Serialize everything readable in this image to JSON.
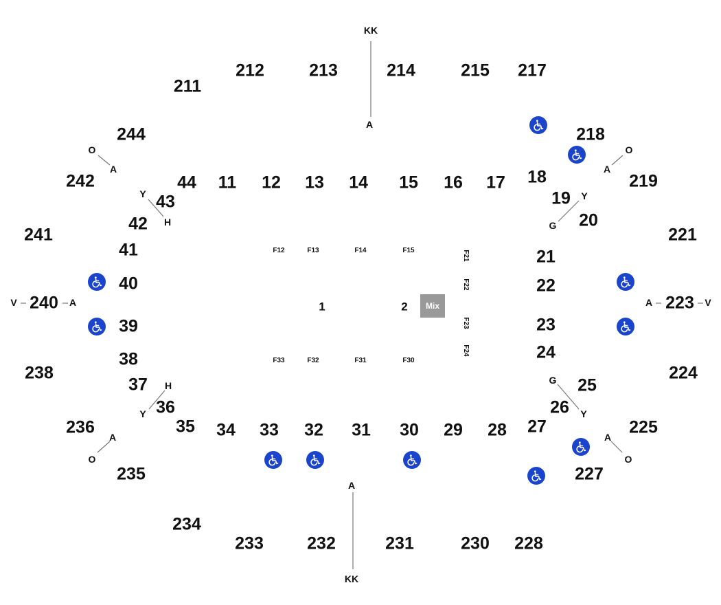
{
  "map": {
    "title": "",
    "colors": {
      "accessible": "#1b44cc",
      "mix_box": "#999999",
      "text": "#111111",
      "line": "#777777"
    },
    "icon": "wheelchair-icon",
    "upper_sections": [
      "211",
      "212",
      "213",
      "214",
      "215",
      "217",
      "218",
      "219",
      "221",
      "223",
      "224",
      "225",
      "227",
      "228",
      "230",
      "231",
      "232",
      "233",
      "234",
      "235",
      "236",
      "238",
      "240",
      "241",
      "242",
      "244"
    ],
    "lower_sections": [
      "11",
      "12",
      "13",
      "14",
      "15",
      "16",
      "17",
      "18",
      "19",
      "20",
      "21",
      "22",
      "23",
      "24",
      "25",
      "26",
      "27",
      "28",
      "29",
      "30",
      "31",
      "32",
      "33",
      "34",
      "35",
      "36",
      "37",
      "38",
      "39",
      "40",
      "41",
      "42",
      "43",
      "44"
    ],
    "floor_sections": [
      "1",
      "2"
    ],
    "floor_rows": [
      "F12",
      "F13",
      "F14",
      "F15",
      "F21",
      "F22",
      "F23",
      "F24",
      "F30",
      "F31",
      "F32",
      "F33"
    ],
    "mix_label": "Mix",
    "row_labels": {
      "top_aisle": [
        "KK",
        "A"
      ],
      "bottom_aisle": [
        "A",
        "KK"
      ],
      "upper_left": [
        "O",
        "A"
      ],
      "upper_right": [
        "O",
        "A"
      ],
      "left_inner": [
        "Y",
        "H"
      ],
      "right_inner": [
        "Y",
        "G"
      ],
      "left_end": [
        "V",
        "A"
      ],
      "right_end": [
        "A",
        "V"
      ],
      "lower_left_inner": [
        "H",
        "Y"
      ],
      "lower_right_inner": [
        "G",
        "Y"
      ],
      "lower_left": [
        "A",
        "O"
      ],
      "lower_right": [
        "A",
        "O"
      ]
    }
  }
}
